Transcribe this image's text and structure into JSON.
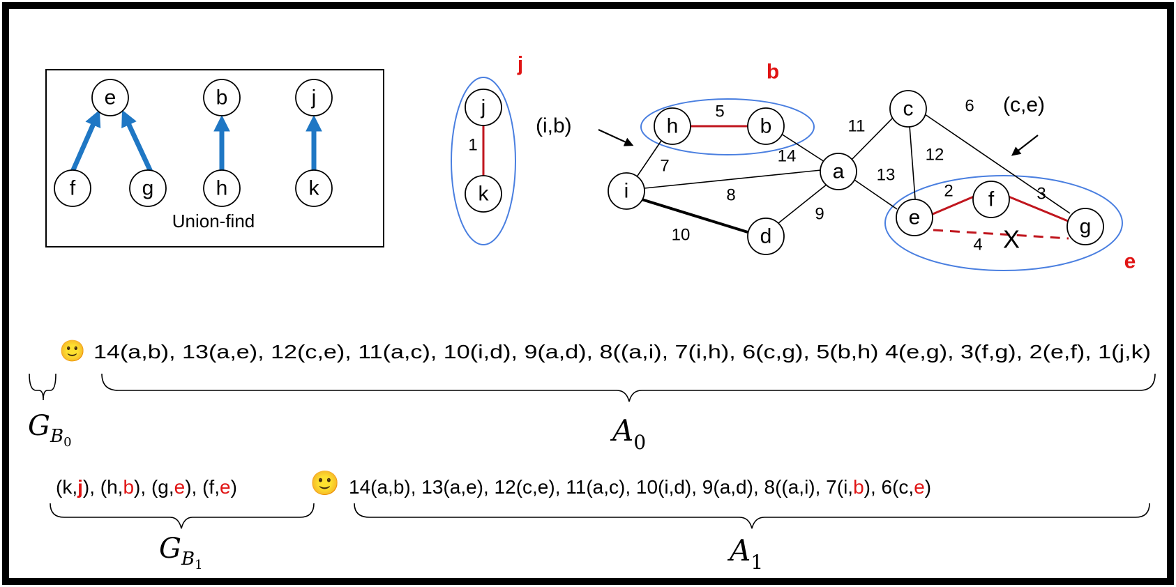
{
  "union_find": {
    "caption": "Union-find",
    "nodes": [
      {
        "id": "uf-e",
        "label": "e"
      },
      {
        "id": "uf-b",
        "label": "b"
      },
      {
        "id": "uf-j",
        "label": "j"
      },
      {
        "id": "uf-f",
        "label": "f"
      },
      {
        "id": "uf-g",
        "label": "g"
      },
      {
        "id": "uf-h",
        "label": "h"
      },
      {
        "id": "uf-k",
        "label": "k"
      }
    ]
  },
  "graph": {
    "nodes": [
      "j",
      "k",
      "h",
      "b",
      "i",
      "c",
      "a",
      "d",
      "e",
      "f",
      "g"
    ],
    "edge_weights": [
      "1",
      "5",
      "7",
      "14",
      "8",
      "10",
      "11",
      "13",
      "9",
      "6",
      "12",
      "2",
      "3",
      "4"
    ],
    "cluster_labels": {
      "j": "j",
      "b": "b",
      "e": "e"
    },
    "callouts": {
      "ib": "(i,b)",
      "ce": "(c,e)"
    },
    "cross_mark": "X"
  },
  "row0": {
    "smiley": "🙂",
    "sequence": "14(a,b), 13(a,e), 12(c,e), 11(a,c), 10(i,d), 9(a,d), 8((a,i), 7(i,h), 6(c,g), 5(b,h) 4(e,g), 3(f,g), 2(e,f), 1(j,k)",
    "left_label": {
      "base": "G",
      "sub": "B",
      "subsub": "0"
    },
    "right_label": {
      "base": "A",
      "sub": "0"
    }
  },
  "row1": {
    "groups_prefix": [
      {
        "a": "(k,",
        "b": "j",
        "c": "), "
      },
      {
        "a": "(h,",
        "b": "b",
        "c": "), "
      },
      {
        "a": "(g,",
        "b": "e",
        "c": "), "
      },
      {
        "a": "(f,",
        "b": "e",
        "c": ")"
      }
    ],
    "smiley": "🙂",
    "seq_plain": "14(a,b), 13(a,e), 12(c,e), 11(a,c), 10(i,d), 9(a,d), 8((a,i), 7(i,",
    "seq_red1": "b",
    "seq_mid": "), 6(c,",
    "seq_red2": "e",
    "seq_end": ")",
    "left_label": {
      "base": "G",
      "sub": "B",
      "subsub": "1"
    },
    "right_label": {
      "base": "A",
      "sub": "1"
    }
  },
  "colors": {
    "border": "#000000",
    "uf_arrow": "#1f77c4",
    "red_edge": "#c0161e",
    "red_text": "#e01414",
    "ellipse": "#4a7fe0"
  }
}
